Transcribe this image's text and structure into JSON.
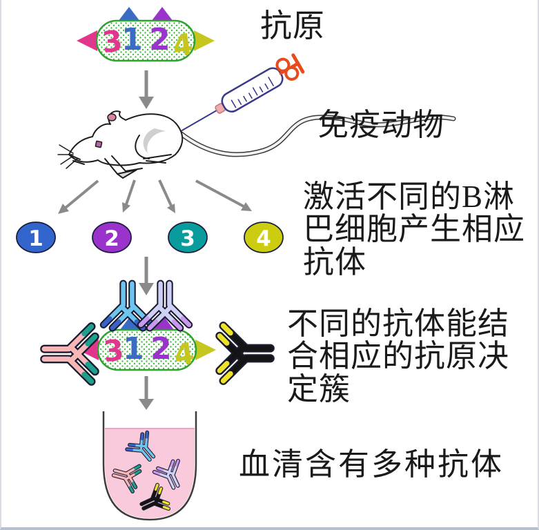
{
  "labels": {
    "antigen": "抗原",
    "immunized_animal": "免疫动物",
    "b_cell_activation": "激活不同的B淋巴细胞产生相应抗体",
    "antibody_binding": "不同的抗体能结合相应的抗原决定簇",
    "serum": "血清含有多种抗体"
  },
  "antigen": {
    "epitopes": [
      {
        "num": "3",
        "color": "#e0368c"
      },
      {
        "num": "1",
        "color": "#3a6bc6"
      },
      {
        "num": "2",
        "color": "#9933cc"
      },
      {
        "num": "4",
        "color": "#c6c61e"
      }
    ],
    "border_color": "#2ea12e",
    "dot_color": "#44bb44"
  },
  "b_cells": [
    {
      "num": "1",
      "color": "#3366cc"
    },
    {
      "num": "2",
      "color": "#9933cc"
    },
    {
      "num": "3",
      "color": "#089c9c"
    },
    {
      "num": "4",
      "color": "#cccc11"
    }
  ],
  "antibodies": {
    "anti1": {
      "body": "#6ec6f0",
      "tip": "#3a63c8"
    },
    "anti2": {
      "body": "#cfd0f6",
      "tip": "#c79af0"
    },
    "anti3": {
      "body": "#f9b6b6",
      "tip": "#1fa08e"
    },
    "anti4": {
      "body": "#141414",
      "tip": "#ece22a"
    }
  },
  "colors": {
    "arrow": "#8a8a8a",
    "serum_fill": "#f9c9dc",
    "serum_surface": "#eaa8c8",
    "tube_outline": "#3c3c3c",
    "syringe_outline": "#39398c",
    "syringe_plunger": "#e8491d",
    "mouse_outline": "#1c1c1c",
    "text": "#1a1a1a"
  }
}
